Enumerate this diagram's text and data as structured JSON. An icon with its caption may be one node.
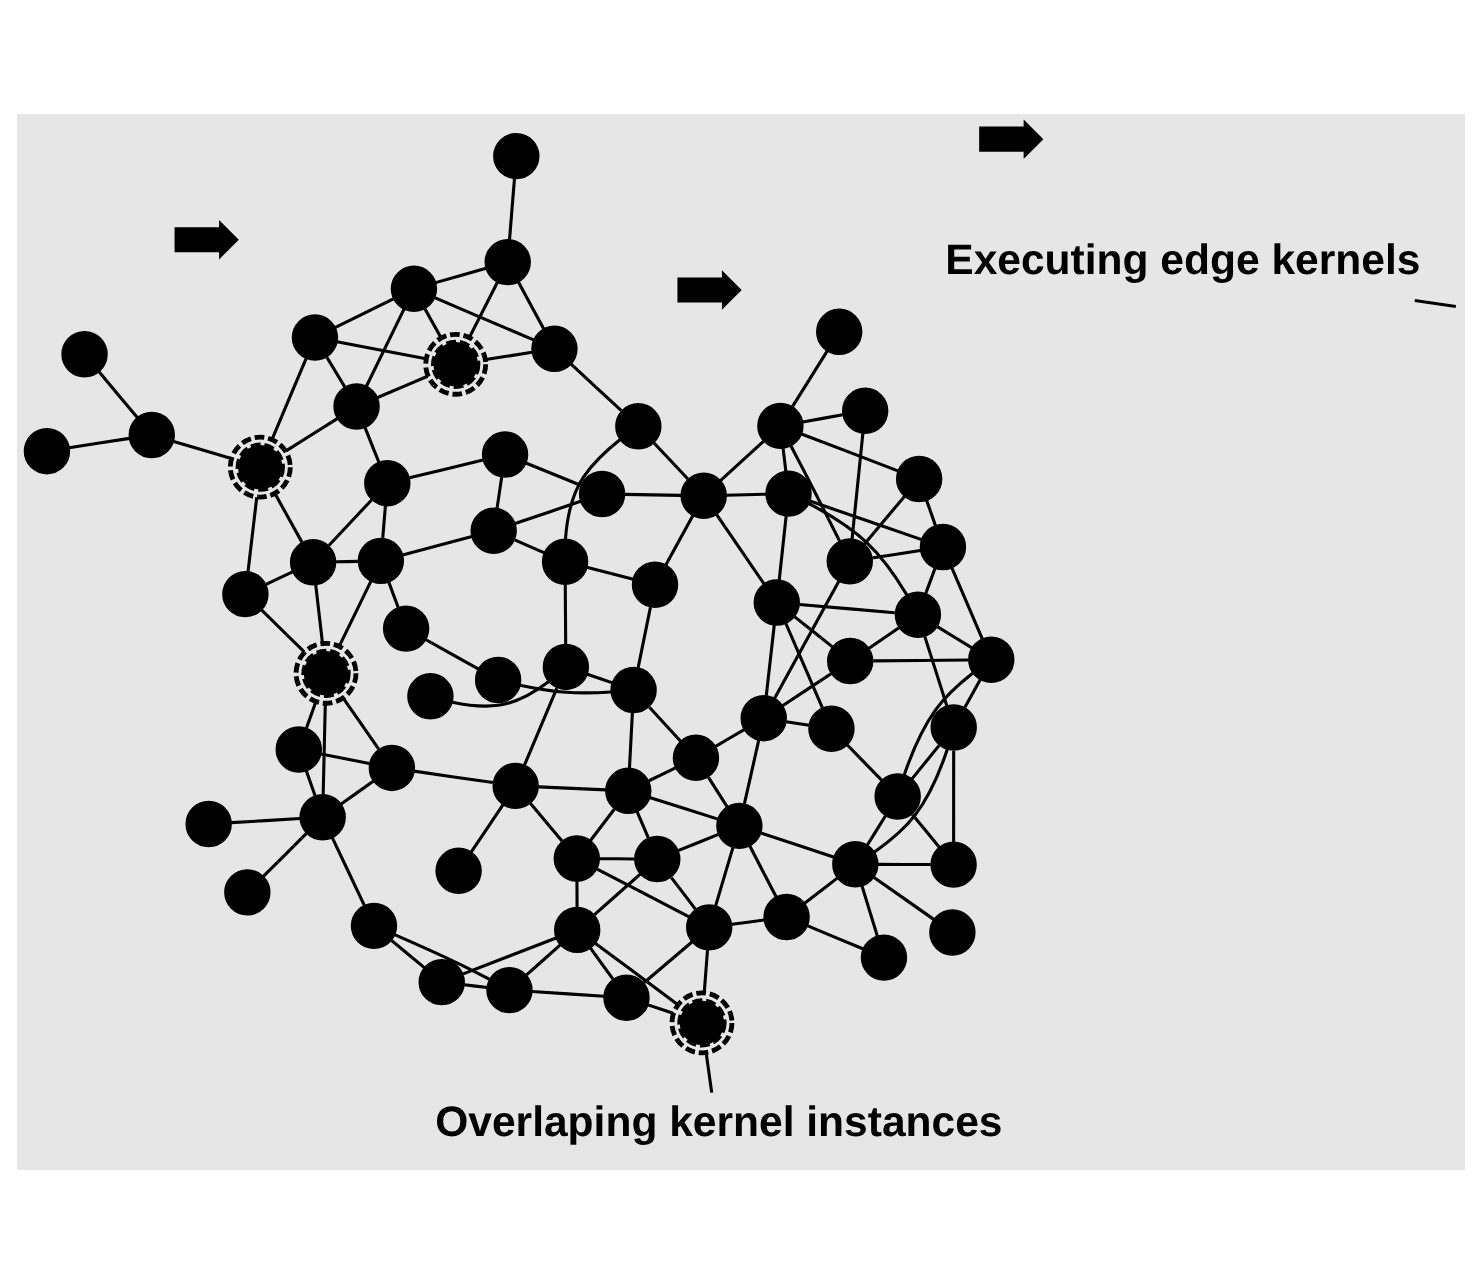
{
  "diagram": {
    "nodes": [
      {
        "text": [
          "Executing edge kernels"
        ]
      },
      {
        "text": [
          "Overlaping kernel instances"
        ]
      },
      {
        "text": [],
        "shape": "circle"
      },
      {
        "text": [],
        "shape": "circle"
      },
      {
        "text": [],
        "shape": "circle"
      },
      {
        "text": [],
        "shape": "circle"
      },
      {
        "text": [],
        "shape": "circle"
      },
      {
        "text": [],
        "shape": "circle"
      },
      {
        "text": [],
        "shape": "circle"
      },
      {
        "text": [],
        "shape": "circle"
      },
      {
        "text": [],
        "shape": "circle"
      },
      {
        "text": [],
        "shape": "circle"
      },
      {
        "text": [],
        "shape": "circle"
      },
      {
        "text": [],
        "shape": "circle"
      },
      {
        "text": [],
        "shape": "circle"
      },
      {
        "text": [],
        "shape": "circle"
      },
      {
        "text": [],
        "shape": "circle"
      },
      {
        "text": [],
        "shape": "circle"
      },
      {
        "text": [],
        "shape": "circle"
      },
      {
        "text": [],
        "shape": "circle"
      },
      {
        "text": [],
        "shape": "circle"
      },
      {
        "text": [],
        "shape": "circle"
      },
      {
        "text": [],
        "shape": "circle"
      },
      {
        "text": [],
        "shape": "circle"
      },
      {
        "text": [],
        "shape": "circle"
      },
      {
        "text": [],
        "shape": "circle"
      },
      {
        "text": [],
        "shape": "circle"
      },
      {
        "text": [],
        "shape": "circle"
      },
      {
        "text": [],
        "shape": "circle"
      },
      {
        "text": [],
        "shape": "circle"
      },
      {
        "text": [],
        "shape": "circle"
      },
      {
        "text": [],
        "shape": "circle"
      },
      {
        "text": [],
        "shape": "circle"
      },
      {
        "text": [],
        "shape": "circle"
      },
      {
        "text": [],
        "shape": "circle"
      },
      {
        "text": [],
        "shape": "circle"
      },
      {
        "text": [],
        "shape": "circle"
      },
      {
        "text": [],
        "shape": "circle"
      },
      {
        "text": [],
        "shape": "circle"
      },
      {
        "text": [],
        "shape": "circle"
      },
      {
        "text": [],
        "shape": "circle"
      },
      {
        "text": [],
        "shape": "circle"
      },
      {
        "text": [],
        "shape": "circle"
      },
      {
        "text": [],
        "shape": "circle"
      },
      {
        "text": [],
        "shape": "circle"
      },
      {
        "text": [],
        "shape": "circle"
      },
      {
        "text": [],
        "shape": "circle"
      },
      {
        "text": [],
        "shape": "circle"
      },
      {
        "text": [],
        "shape": "circle"
      },
      {
        "text": [],
        "shape": "circle"
      },
      {
        "text": [],
        "shape": "circle"
      },
      {
        "text": [],
        "shape": "circle"
      },
      {
        "text": [],
        "shape": "circle"
      },
      {
        "text": [],
        "shape": "circle"
      },
      {
        "text": [],
        "shape": "circle"
      },
      {
        "text": [],
        "shape": "circle"
      },
      {
        "text": [],
        "shape": "circle"
      },
      {
        "text": [],
        "shape": "circle"
      },
      {
        "text": [],
        "shape": "circle"
      },
      {
        "text": [],
        "shape": "circle"
      },
      {
        "text": [],
        "shape": "circle"
      },
      {
        "text": [],
        "shape": "circle"
      },
      {
        "text": [],
        "shape": "circle"
      },
      {
        "text": [],
        "shape": "circle"
      },
      {
        "text": [],
        "shape": "circle"
      },
      {
        "text": [],
        "shape": "circle"
      },
      {
        "text": [],
        "shape": "circle"
      },
      {
        "text": [],
        "shape": "circle"
      },
      {
        "text": [],
        "shape": "circle"
      },
      {
        "text": [],
        "shape": "arrow"
      },
      {
        "text": [],
        "shape": "arrow"
      },
      {
        "text": [],
        "shape": "arrow"
      }
    ],
    "edges": [
      {
        "from": 0,
        "to": null,
        "arrow": "none"
      },
      {
        "from": 1,
        "to": 2,
        "arrow": "none"
      },
      {
        "from": 2,
        "to": 3,
        "arrow": "none"
      },
      {
        "from": 2,
        "to": 9,
        "arrow": "none"
      },
      {
        "from": 2,
        "to": 6,
        "arrow": "none"
      },
      {
        "from": 3,
        "to": 4,
        "arrow": "none"
      },
      {
        "from": 3,
        "to": 9,
        "arrow": "none"
      },
      {
        "from": 3,
        "to": 6,
        "arrow": "none"
      },
      {
        "from": 4,
        "to": 5,
        "arrow": "none"
      },
      {
        "from": 4,
        "to": 11,
        "arrow": "none"
      },
      {
        "from": 4,
        "to": 9,
        "arrow": "none"
      },
      {
        "from": 5,
        "to": 12,
        "arrow": "none"
      },
      {
        "from": 5,
        "to": 11,
        "arrow": "none"
      },
      {
        "from": 6,
        "to": 7,
        "arrow": "none"
      },
      {
        "from": 6,
        "to": 13,
        "arrow": "none"
      },
      {
        "from": 6,
        "to": 14,
        "arrow": "none"
      },
      {
        "from": 6,
        "to": 18,
        "arrow": "none"
      },
      {
        "from": 7,
        "to": 8,
        "arrow": "none"
      },
      {
        "from": 7,
        "to": 14,
        "arrow": "none"
      },
      {
        "from": 7,
        "to": 15,
        "arrow": "none"
      },
      {
        "from": 8,
        "to": 15,
        "arrow": "none"
      },
      {
        "from": 9,
        "to": 11,
        "arrow": "none"
      },
      {
        "from": 9,
        "to": 13,
        "arrow": "none"
      },
      {
        "from": 9,
        "to": 18,
        "arrow": "none"
      },
      {
        "from": 10,
        "to": 12,
        "arrow": "none"
      },
      {
        "from": 12,
        "to": 68,
        "arrow": "none"
      },
      {
        "from": 12,
        "to": 22,
        "arrow": "none"
      },
      {
        "from": 12,
        "to": 23,
        "arrow": "none"
      },
      {
        "from": 12,
        "to": 28,
        "arrow": "none"
      },
      {
        "from": 13,
        "to": 14,
        "arrow": "none"
      },
      {
        "from": 13,
        "to": 24,
        "arrow": "none"
      },
      {
        "from": 13,
        "to": 18,
        "arrow": "none"
      },
      {
        "from": 14,
        "to": 15,
        "arrow": "none"
      },
      {
        "from": 14,
        "to": 24,
        "arrow": "none"
      },
      {
        "from": 14,
        "to": 26,
        "arrow": "none"
      },
      {
        "from": 14,
        "to": 33,
        "arrow": "none"
      },
      {
        "from": 15,
        "to": 16,
        "arrow": "none"
      },
      {
        "from": 15,
        "to": 19,
        "arrow": "none"
      },
      {
        "from": 15,
        "to": 20,
        "arrow": "none"
      },
      {
        "from": 15,
        "to": 21,
        "arrow": "none"
      },
      {
        "from": 16,
        "to": 20,
        "arrow": "none"
      },
      {
        "from": 16,
        "to": 21,
        "arrow": "none"
      },
      {
        "from": 17,
        "to": 25,
        "arrow": "none"
      },
      {
        "from": 18,
        "to": 24,
        "arrow": "none"
      },
      {
        "from": 18,
        "to": 25,
        "arrow": "none"
      },
      {
        "from": 20,
        "to": 21,
        "arrow": "none"
      },
      {
        "from": 20,
        "to": 27,
        "arrow": "none"
      },
      {
        "from": 20,
        "to": 32,
        "arrow": "none"
      },
      {
        "from": 21,
        "to": 27,
        "arrow": "none"
      },
      {
        "from": 21,
        "to": 44,
        "arrow": "none"
      },
      {
        "from": 22,
        "to": 23,
        "arrow": "none"
      },
      {
        "from": 22,
        "to": 25,
        "arrow": "none"
      },
      {
        "from": 22,
        "to": 28,
        "arrow": "none"
      },
      {
        "from": 23,
        "to": 28,
        "arrow": "none"
      },
      {
        "from": 24,
        "to": 25,
        "arrow": "none"
      },
      {
        "from": 24,
        "to": 26,
        "arrow": "none"
      },
      {
        "from": 24,
        "to": 31,
        "arrow": "none"
      },
      {
        "from": 25,
        "to": 30,
        "arrow": "none"
      },
      {
        "from": 26,
        "to": 31,
        "arrow": "none"
      },
      {
        "from": 26,
        "to": 33,
        "arrow": "none"
      },
      {
        "from": 27,
        "to": 34,
        "arrow": "none"
      },
      {
        "from": 27,
        "to": 44,
        "arrow": "none"
      },
      {
        "from": 27,
        "to": 49,
        "arrow": "none"
      },
      {
        "from": 28,
        "to": 35,
        "arrow": "none"
      },
      {
        "from": 28,
        "to": 41,
        "arrow": "none"
      },
      {
        "from": 28,
        "to": 40,
        "arrow": "none"
      },
      {
        "from": 29,
        "to": 35,
        "arrow": "none"
      },
      {
        "from": 29,
        "to": 36,
        "arrow": "none"
      },
      {
        "from": 30,
        "to": 31,
        "arrow": "none"
      },
      {
        "from": 30,
        "to": 37,
        "arrow": "none"
      },
      {
        "from": 30,
        "to": 43,
        "arrow": "none"
      },
      {
        "from": 31,
        "to": 38,
        "arrow": "none"
      },
      {
        "from": 31,
        "to": 36,
        "arrow": "none"
      },
      {
        "from": 32,
        "to": 33,
        "arrow": "none"
      },
      {
        "from": 32,
        "to": 39,
        "arrow": "none"
      },
      {
        "from": 33,
        "to": 34,
        "arrow": "none"
      },
      {
        "from": 33,
        "to": 39,
        "arrow": "none"
      },
      {
        "from": 33,
        "to": 60,
        "arrow": "none"
      },
      {
        "from": 34,
        "to": 39,
        "arrow": "none"
      },
      {
        "from": 34,
        "to": 44,
        "arrow": "none"
      },
      {
        "from": 35,
        "to": 41,
        "arrow": "none"
      },
      {
        "from": 35,
        "to": 46,
        "arrow": "none"
      },
      {
        "from": 35,
        "to": 42,
        "arrow": "none"
      },
      {
        "from": 38,
        "to": 43,
        "arrow": "none"
      },
      {
        "from": 38,
        "to": 45,
        "arrow": "none"
      },
      {
        "from": 39,
        "to": 44,
        "arrow": "none"
      },
      {
        "from": 39,
        "to": 48,
        "arrow": "none"
      },
      {
        "from": 39,
        "to": 45,
        "arrow": "none"
      },
      {
        "from": 40,
        "to": 41,
        "arrow": "none"
      },
      {
        "from": 40,
        "to": 52,
        "arrow": "none"
      },
      {
        "from": 41,
        "to": 46,
        "arrow": "none"
      },
      {
        "from": 41,
        "to": 52,
        "arrow": "none"
      },
      {
        "from": 42,
        "to": 50,
        "arrow": "none"
      },
      {
        "from": 42,
        "to": 43,
        "arrow": "none"
      },
      {
        "from": 42,
        "to": 47,
        "arrow": "none"
      },
      {
        "from": 43,
        "to": 59,
        "arrow": "none"
      },
      {
        "from": 44,
        "to": 48,
        "arrow": "none"
      },
      {
        "from": 44,
        "to": 49,
        "arrow": "none"
      },
      {
        "from": 45,
        "to": 47,
        "arrow": "none"
      },
      {
        "from": 45,
        "to": 48,
        "arrow": "none"
      },
      {
        "from": 45,
        "to": 55,
        "arrow": "none"
      },
      {
        "from": 45,
        "to": 59,
        "arrow": "none"
      },
      {
        "from": 46,
        "to": 50,
        "arrow": "none"
      },
      {
        "from": 46,
        "to": 54,
        "arrow": "none"
      },
      {
        "from": 47,
        "to": 50,
        "arrow": "none"
      },
      {
        "from": 48,
        "to": 49,
        "arrow": "none"
      },
      {
        "from": 48,
        "to": 55,
        "arrow": "none"
      },
      {
        "from": 49,
        "to": 60,
        "arrow": "none"
      },
      {
        "from": 49,
        "to": 67,
        "arrow": "none"
      },
      {
        "from": 51,
        "to": 55,
        "arrow": "none"
      },
      {
        "from": 52,
        "to": 54,
        "arrow": "none"
      },
      {
        "from": 52,
        "to": 61,
        "arrow": "none"
      },
      {
        "from": 52,
        "to": 62,
        "arrow": "none"
      },
      {
        "from": 53,
        "to": 58,
        "arrow": "none"
      },
      {
        "from": 54,
        "to": 62,
        "arrow": "none"
      },
      {
        "from": 54,
        "to": 57,
        "arrow": "none"
      },
      {
        "from": 54,
        "to": 65,
        "arrow": "none"
      },
      {
        "from": 55,
        "to": 60,
        "arrow": "none"
      },
      {
        "from": 55,
        "to": 64,
        "arrow": "none"
      },
      {
        "from": 55,
        "to": 67,
        "arrow": "none"
      },
      {
        "from": 56,
        "to": 61,
        "arrow": "none"
      },
      {
        "from": 57,
        "to": 62,
        "arrow": "none"
      },
      {
        "from": 57,
        "to": 58,
        "arrow": "none"
      },
      {
        "from": 57,
        "to": 65,
        "arrow": "none"
      },
      {
        "from": 57,
        "to": 63,
        "arrow": "none"
      },
      {
        "from": 58,
        "to": 65,
        "arrow": "none"
      },
      {
        "from": 58,
        "to": 63,
        "arrow": "none"
      },
      {
        "from": 59,
        "to": 63,
        "arrow": "none"
      },
      {
        "from": 60,
        "to": 64,
        "arrow": "none"
      },
      {
        "from": 60,
        "to": 67,
        "arrow": "none"
      },
      {
        "from": 61,
        "to": 66,
        "arrow": "none"
      },
      {
        "from": 62,
        "to": 65,
        "arrow": "none"
      },
      {
        "from": 63,
        "to": 65,
        "arrow": "none"
      }
    ]
  }
}
